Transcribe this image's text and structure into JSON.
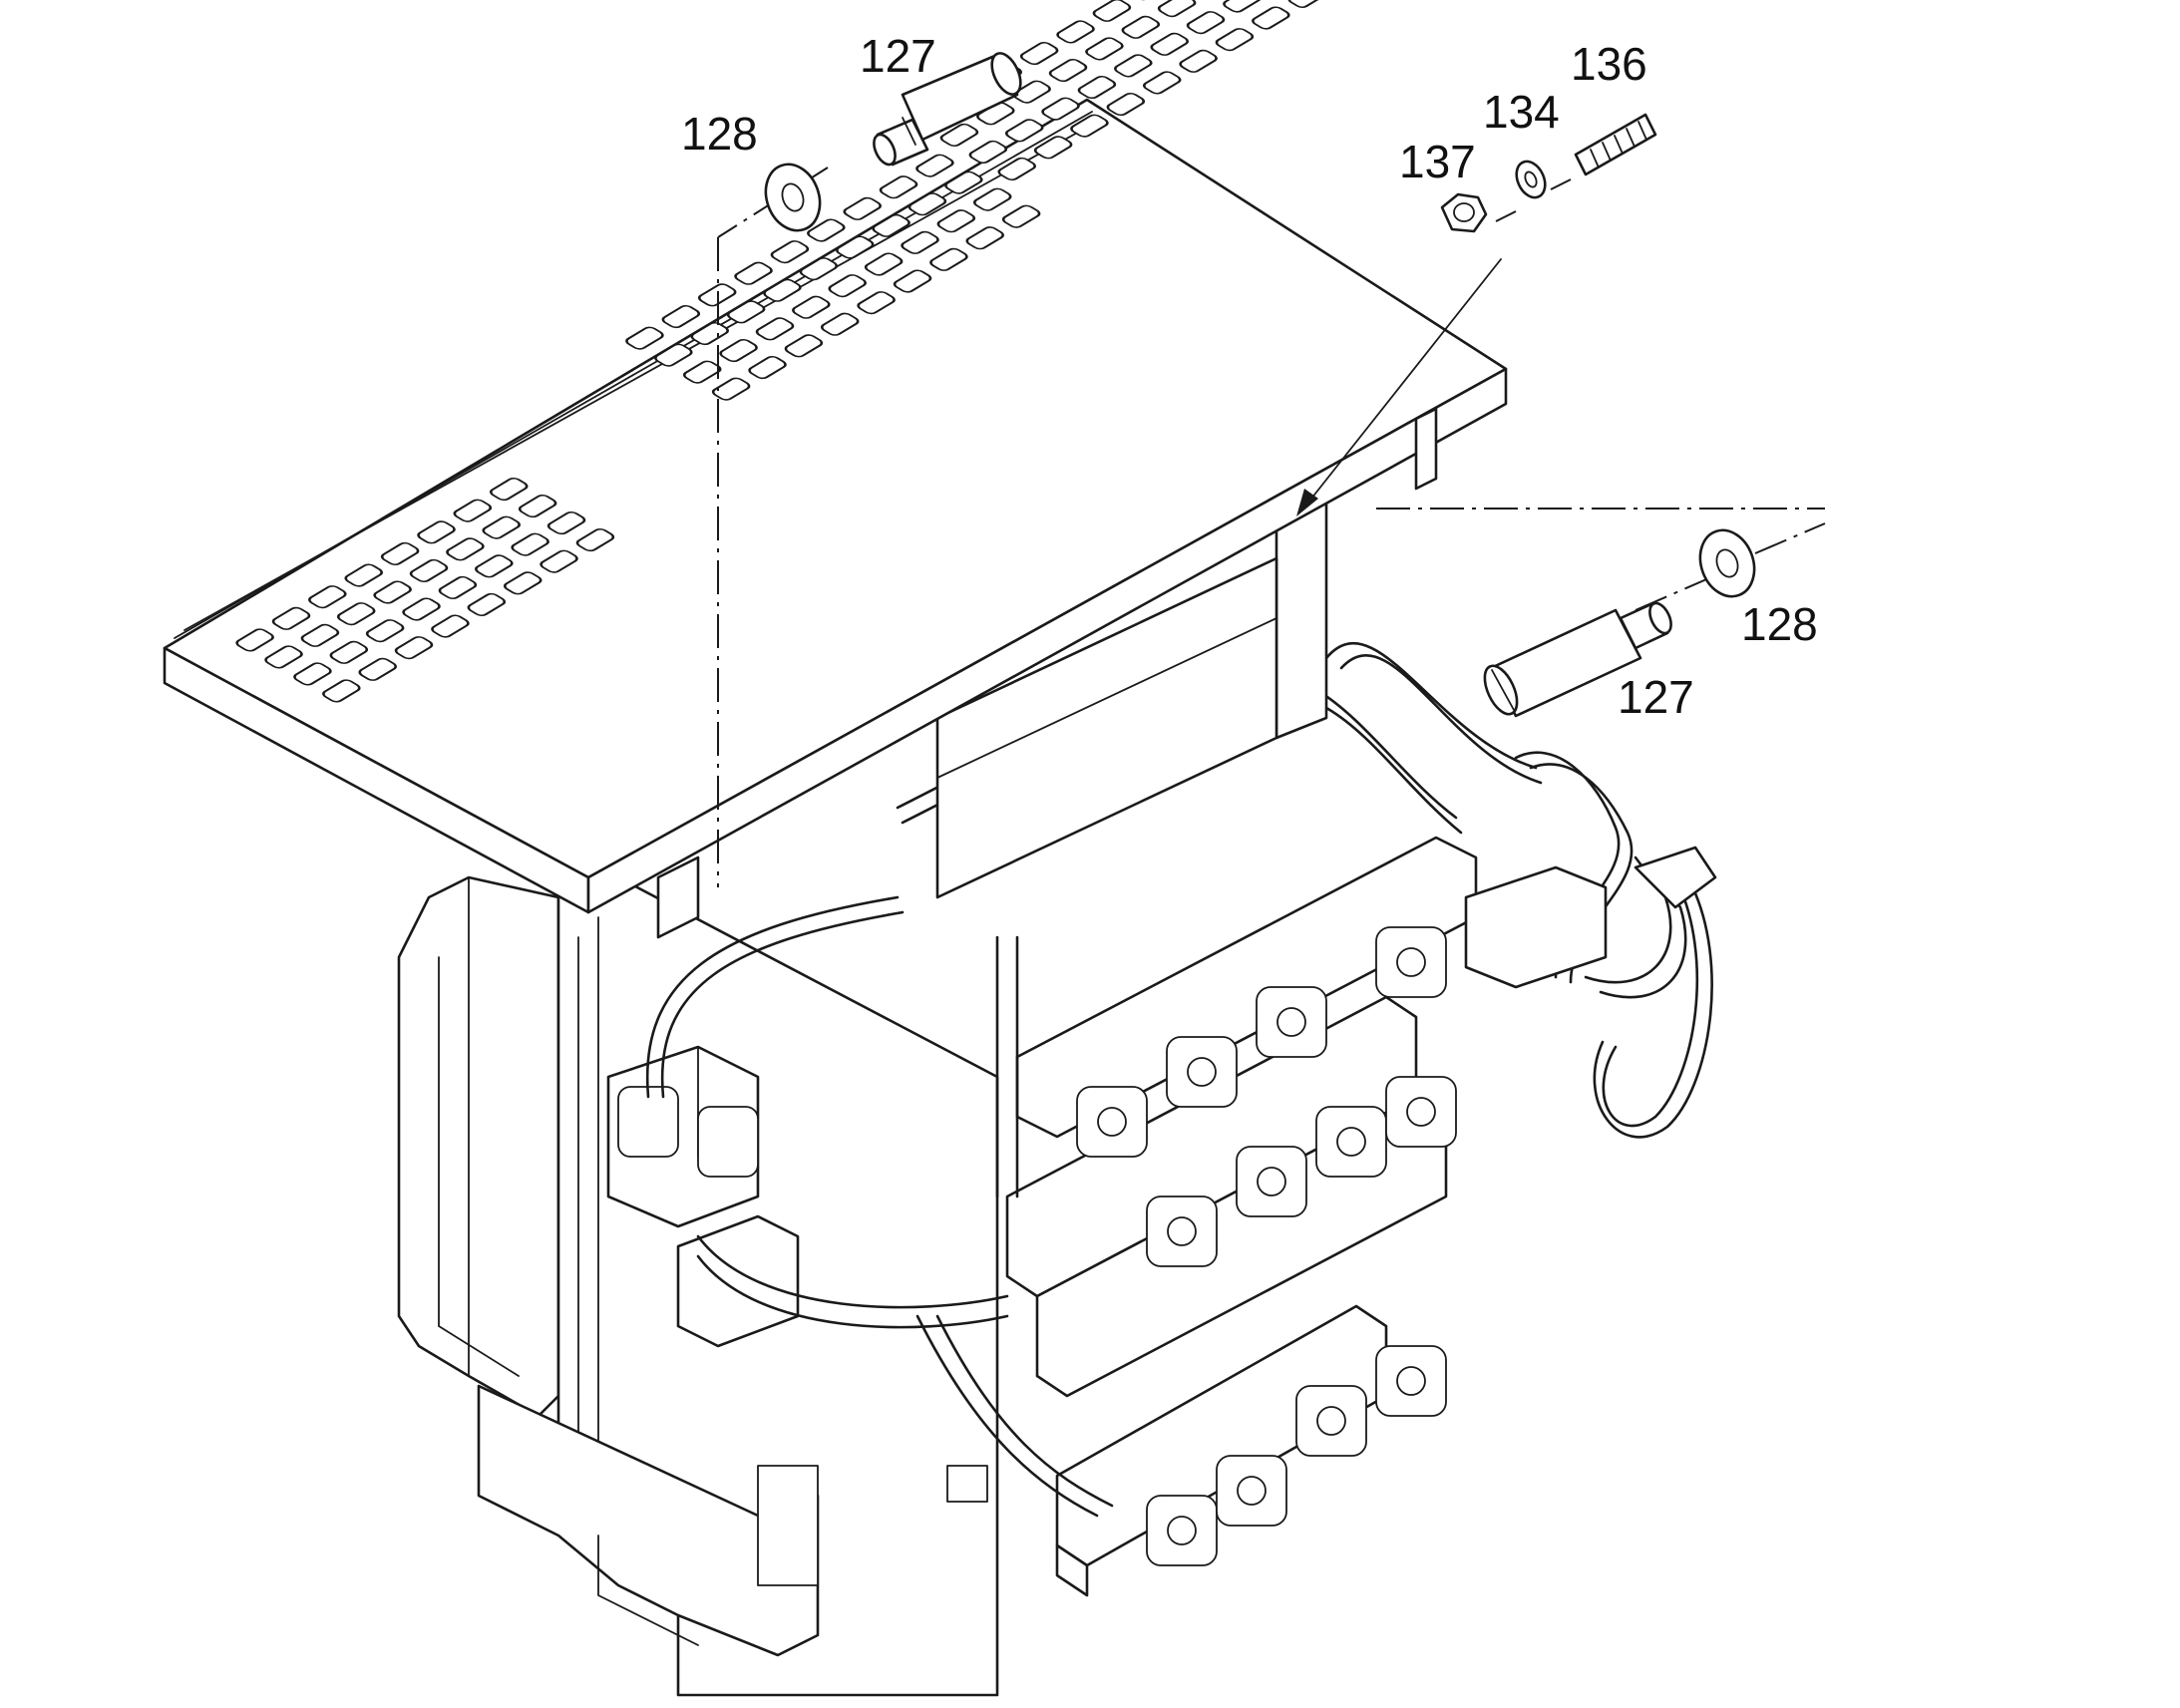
{
  "diagram": {
    "callouts": {
      "c127_top": "127",
      "c128_top": "128",
      "c136": "136",
      "c134": "134",
      "c137": "137",
      "c128_right": "128",
      "c127_right": "127"
    }
  }
}
